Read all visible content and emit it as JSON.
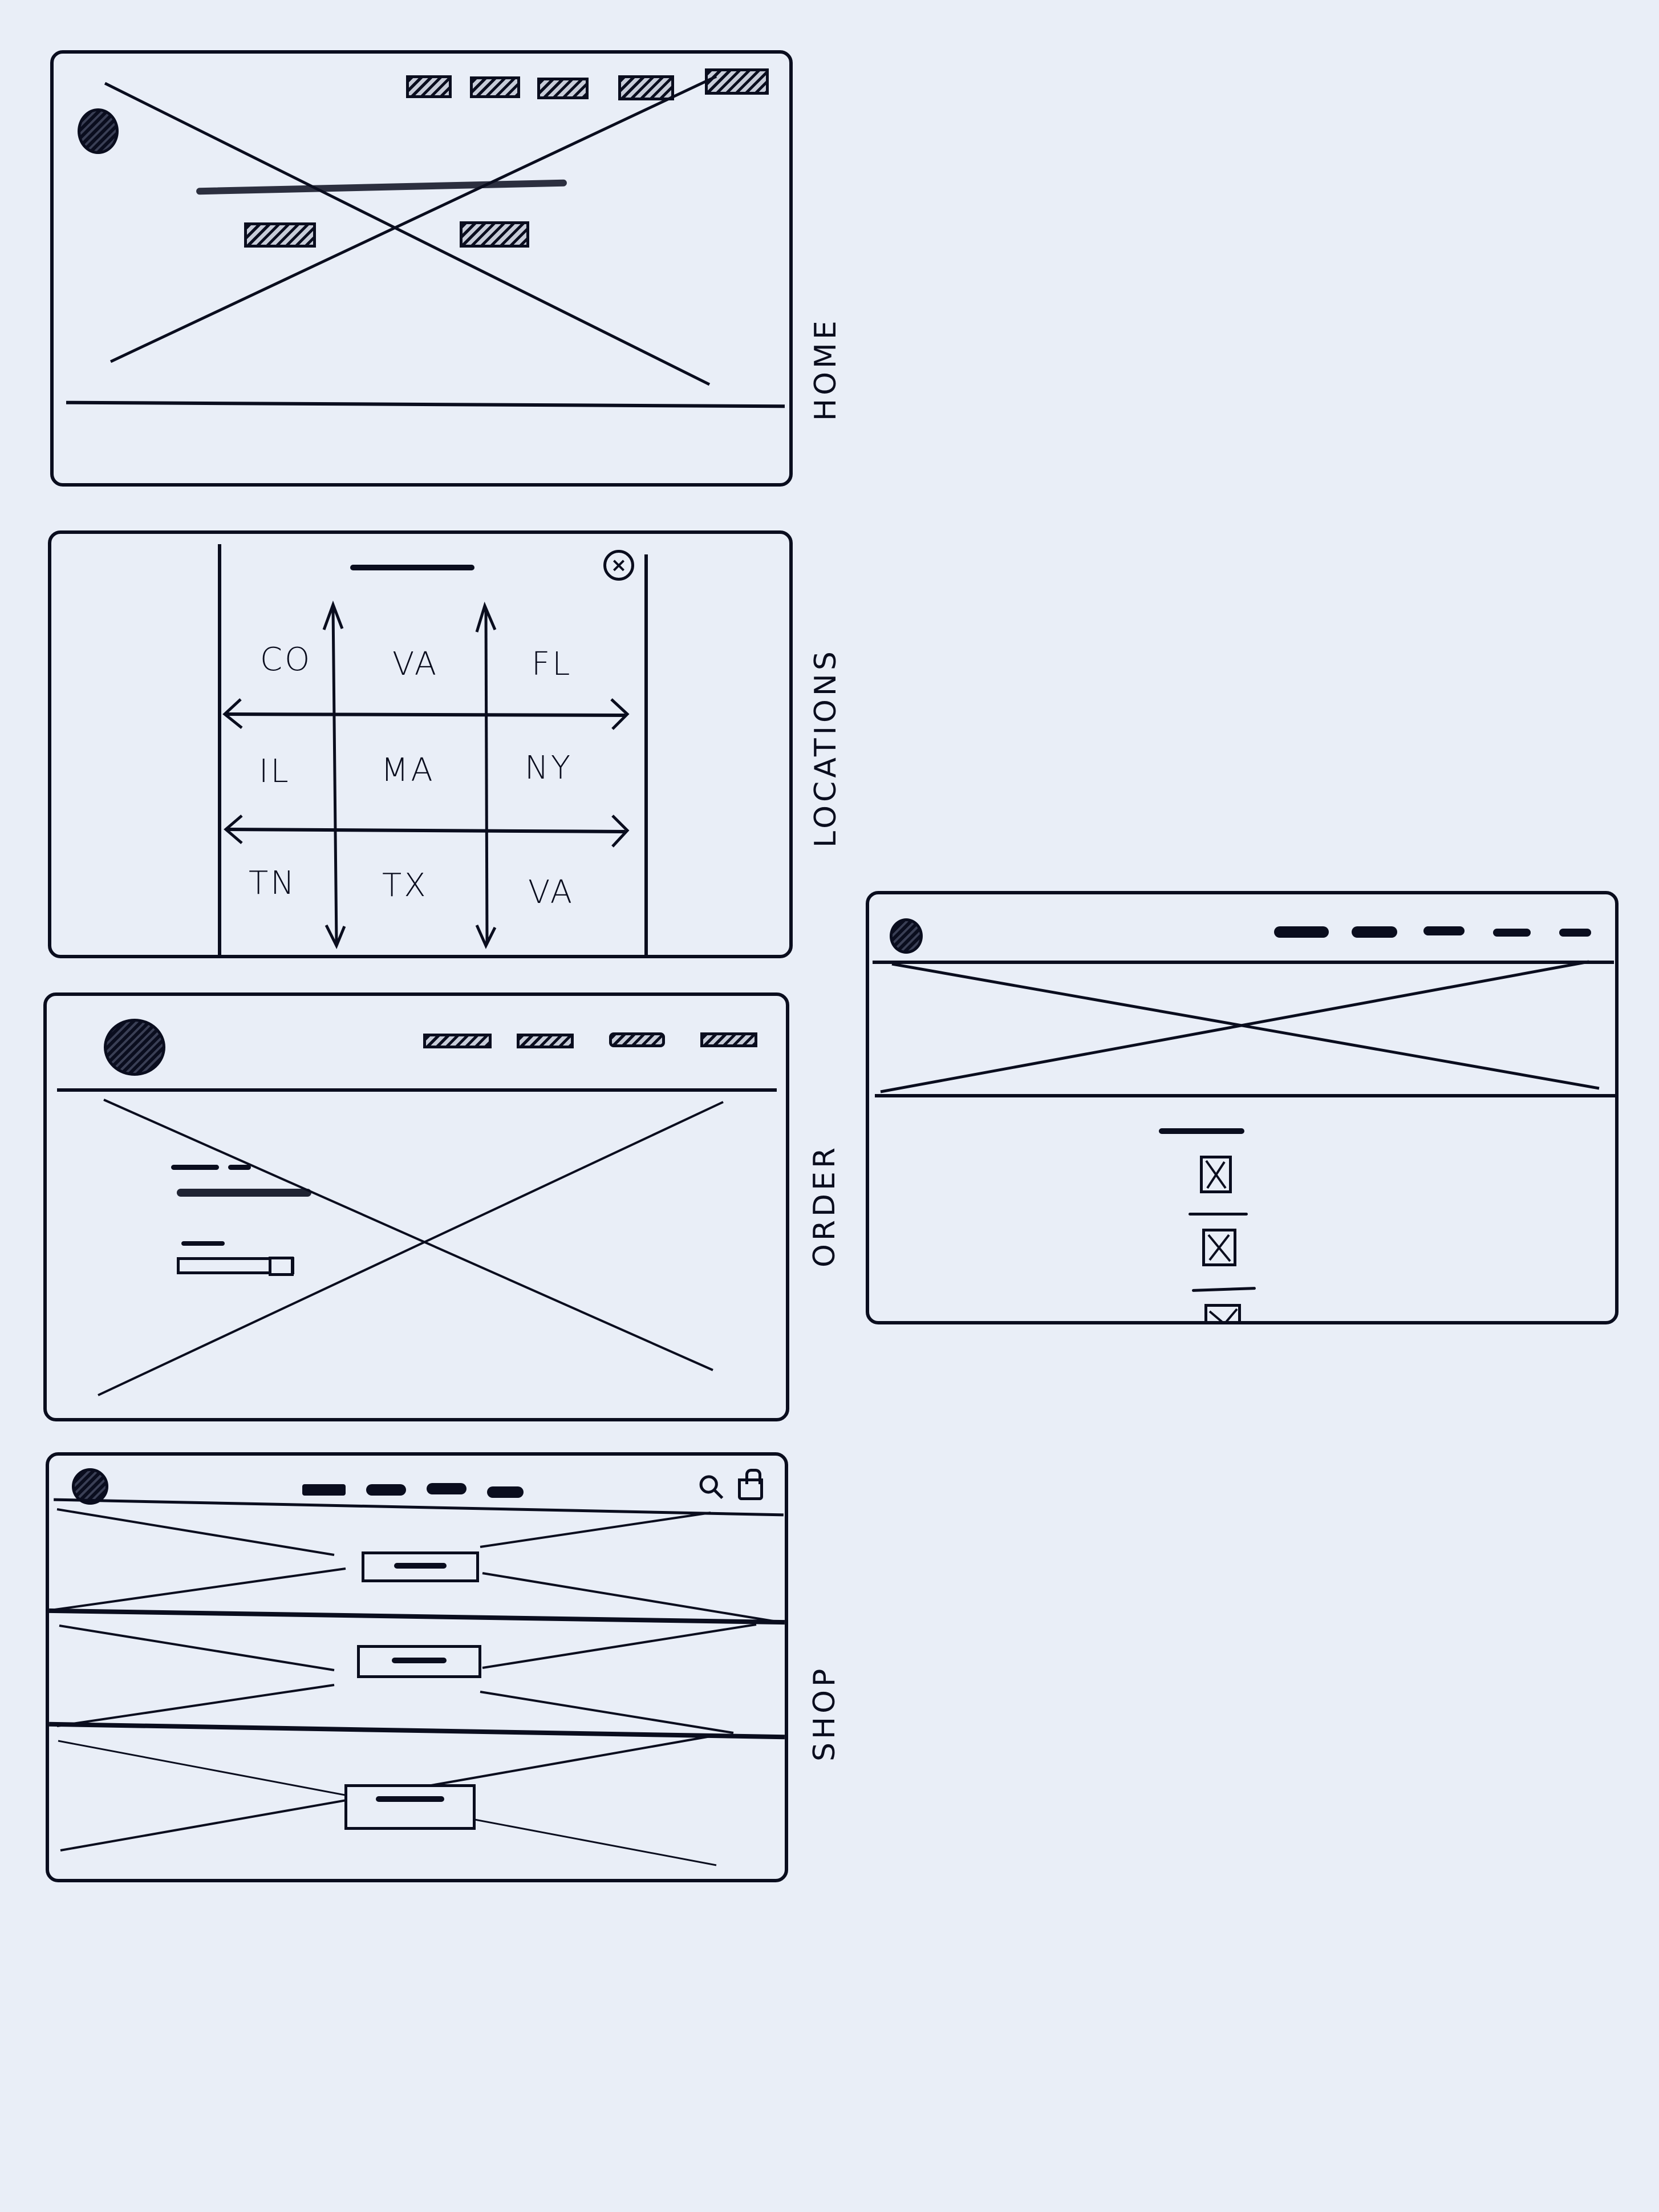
{
  "colors": {
    "paper": "#e9eef7",
    "ink": "#0a0d1e"
  },
  "wireframes": {
    "home": {
      "label": "HOME",
      "nav_items": [
        "nav-1",
        "nav-2",
        "nav-3",
        "nav-4",
        "nav-5"
      ],
      "hero": {
        "headline": "",
        "buttons": [
          "button-1",
          "button-2"
        ]
      }
    },
    "locations": {
      "label": "LOCATIONS",
      "title": "",
      "close_icon": "×",
      "states": [
        [
          "CO",
          "VA",
          "FL"
        ],
        [
          "IL",
          "MA",
          "NY"
        ],
        [
          "TN",
          "TX",
          "VA"
        ]
      ]
    },
    "order": {
      "label": "ORDER",
      "nav_items": [
        "nav-1",
        "nav-2",
        "nav-3",
        "nav-4"
      ],
      "form": {
        "heading": "",
        "subheading": "",
        "field_label": "",
        "input_value": ""
      }
    },
    "shop": {
      "label": "SHOP",
      "nav_items": [
        "nav-1",
        "nav-2",
        "nav-3",
        "nav-4"
      ],
      "search_icon": "⚲",
      "bag_icon": "👜",
      "sections": [
        "section-1",
        "section-2",
        "section-3"
      ]
    },
    "detail": {
      "label": "",
      "nav_items": [
        "nav-1",
        "nav-2",
        "nav-3",
        "nav-4",
        "nav-5"
      ],
      "list_title": "",
      "items": [
        "item-1",
        "item-2",
        "item-3"
      ]
    }
  }
}
